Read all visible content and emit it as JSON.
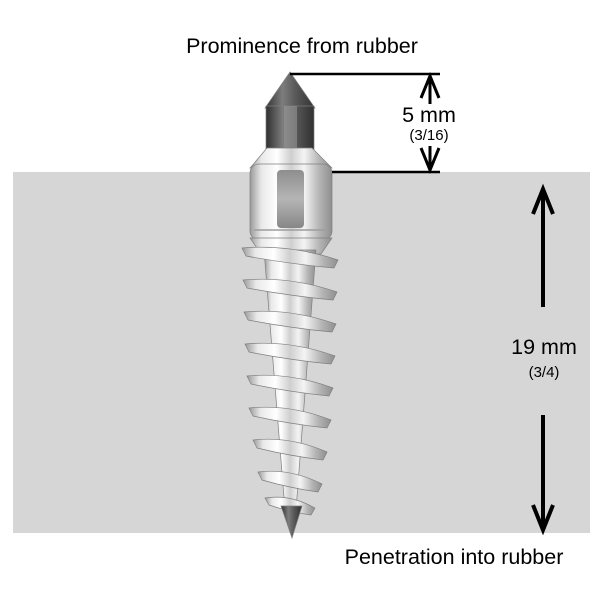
{
  "figure": {
    "top_label": "Prominence from rubber",
    "bottom_label": "Penetration into rubber",
    "prominence_dimension": {
      "value": "5 mm",
      "fraction": "(3/16)"
    },
    "penetration_dimension": {
      "value": "19 mm",
      "fraction": "(3/4)"
    },
    "colors": {
      "background": "#ffffff",
      "rubber_block": "#d6d6d6",
      "dimension_lines": "#000000",
      "stud_metal_highlight": "#f6f6f6",
      "stud_metal_shadow": "#8f8f8f",
      "carbide_pin_dark": "#3a3a3a"
    }
  }
}
